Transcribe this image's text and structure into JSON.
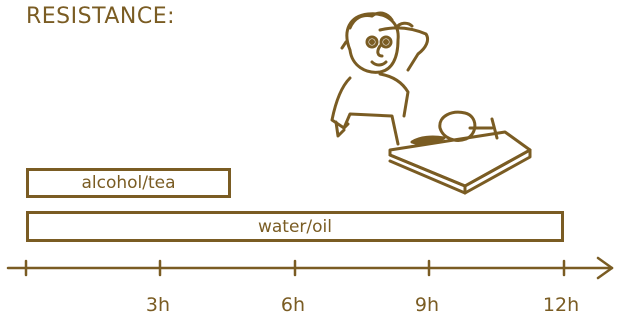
{
  "title": "RESISTANCE:",
  "bars": {
    "alcohol_tea": {
      "label": "alcohol/tea",
      "hours": 4.5
    },
    "water_oil": {
      "label": "water/oil",
      "hours": 12
    }
  },
  "axis": {
    "ticks": [
      "3h",
      "6h",
      "9h",
      "12h"
    ]
  },
  "colors": {
    "ink": "#7a5c23"
  },
  "illustration": {
    "icon": "person-with-spilled-wine-glass"
  }
}
